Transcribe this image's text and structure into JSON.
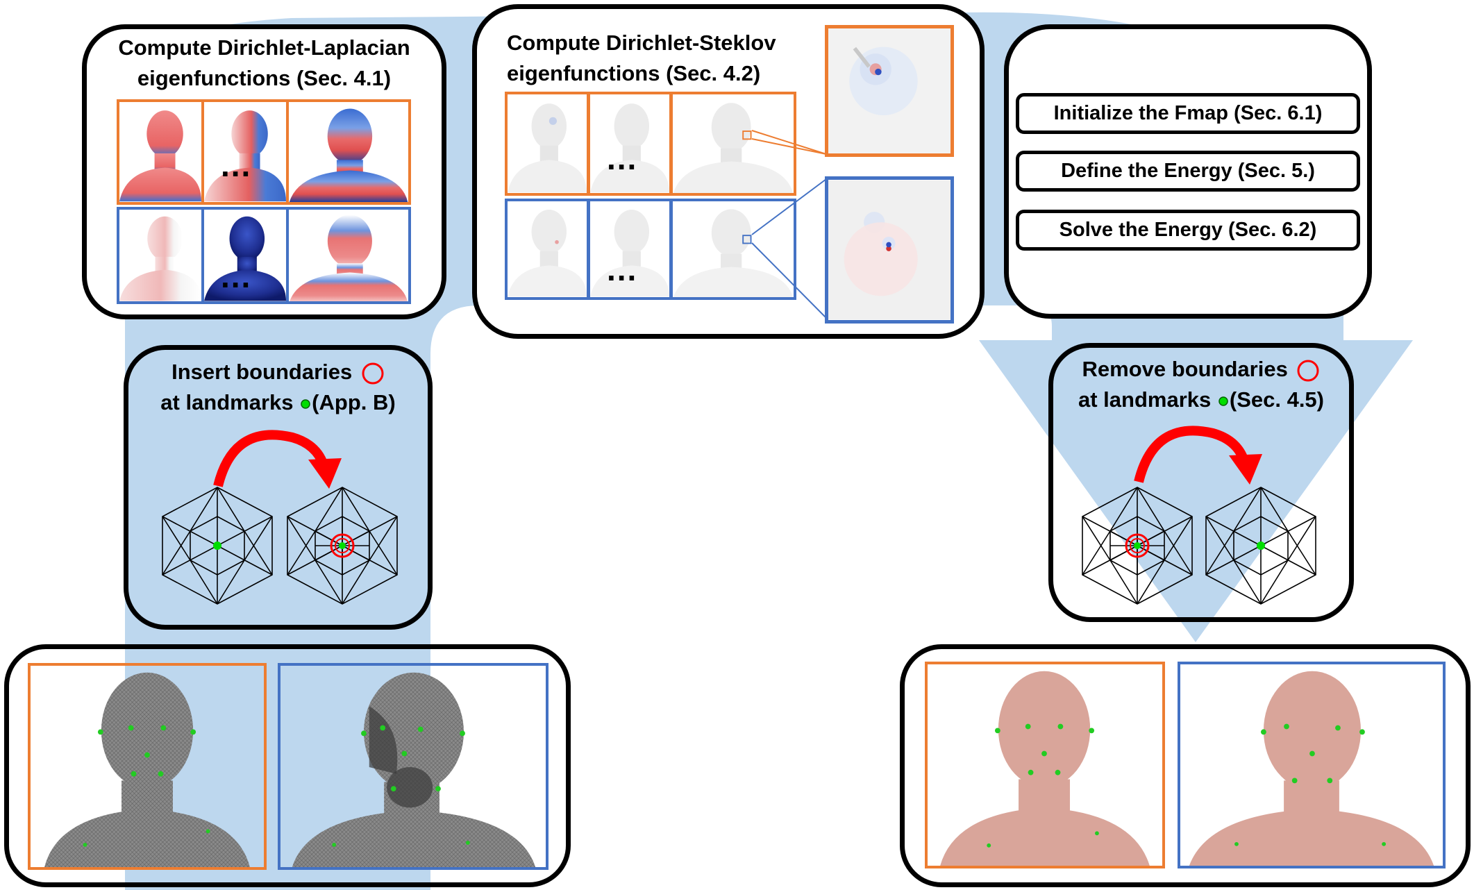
{
  "colors": {
    "flow": "#bdd7ee",
    "source_frame": "#ed7d31",
    "target_frame": "#4472c4",
    "boundary_circle": "#ff0000",
    "landmark": "#00dd00",
    "arrow": "#ff0000"
  },
  "panels": {
    "laplacian": {
      "title_line1": "Compute Dirichlet-Laplacian",
      "title_line2": "eigenfunctions (Sec. 4.1)",
      "ellipsis_top": "...",
      "ellipsis_bottom": "..."
    },
    "steklov": {
      "title_line1": "Compute Dirichlet-Steklov",
      "title_line2": "eigenfunctions (Sec. 4.2)",
      "ellipsis_top": "...",
      "ellipsis_bottom": "..."
    },
    "pipeline": {
      "steps": [
        {
          "label": "Initialize the Fmap (Sec. 6.1)"
        },
        {
          "label": "Define the Energy (Sec. 5.)"
        },
        {
          "label": "Solve the Energy (Sec. 6.2)"
        }
      ]
    },
    "insert_boundaries": {
      "line1": "Insert boundaries",
      "line2_a": "at landmarks",
      "line2_b": "(App. B)"
    },
    "remove_boundaries": {
      "line1": "Remove boundaries",
      "line2_a": "at landmarks",
      "line2_b": "(Sec. 4.5)"
    }
  },
  "icons": {
    "boundary": "red-circle-icon",
    "landmark": "green-dot-icon",
    "transform": "curved-arrow-icon"
  }
}
